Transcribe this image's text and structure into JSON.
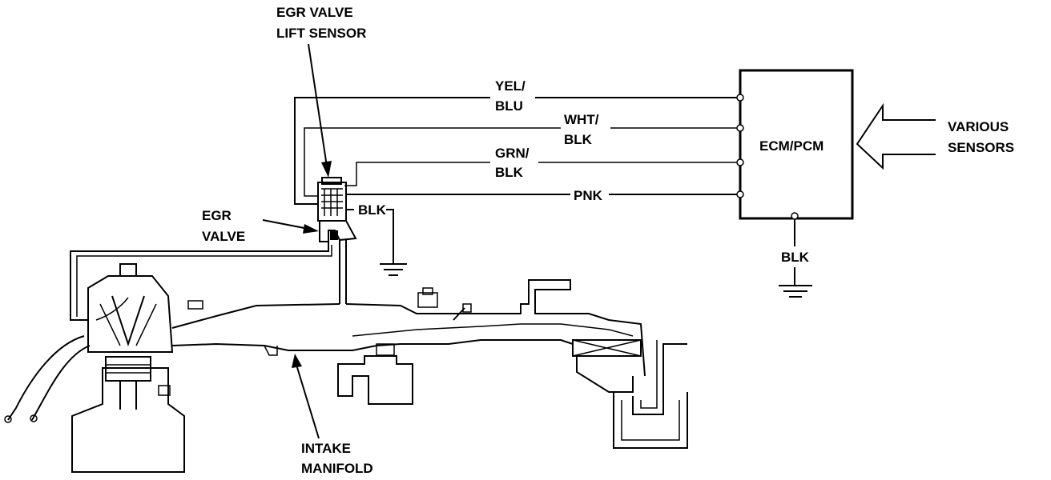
{
  "labels": {
    "egr_lift_sensor_line1": "EGR VALVE",
    "egr_lift_sensor_line2": "LIFT SENSOR",
    "egr_valve_line1": "EGR",
    "egr_valve_line2": "VALVE",
    "blk_sensor_ground": "BLK",
    "ecm": "ECM/PCM",
    "various_sensors_line1": "VARIOUS",
    "various_sensors_line2": "SENSORS",
    "blk_ecm_ground": "BLK",
    "intake_manifold_line1": "INTAKE",
    "intake_manifold_line2": "MANIFOLD"
  },
  "wires": [
    {
      "color_line1": "YEL/",
      "color_line2": "BLU"
    },
    {
      "color_line1": "WHT/",
      "color_line2": "BLK"
    },
    {
      "color_line1": "GRN/",
      "color_line2": "BLK"
    },
    {
      "color_line1": "PNK",
      "color_line2": ""
    }
  ],
  "colors": {
    "ink": "#000000",
    "background": "#ffffff"
  }
}
